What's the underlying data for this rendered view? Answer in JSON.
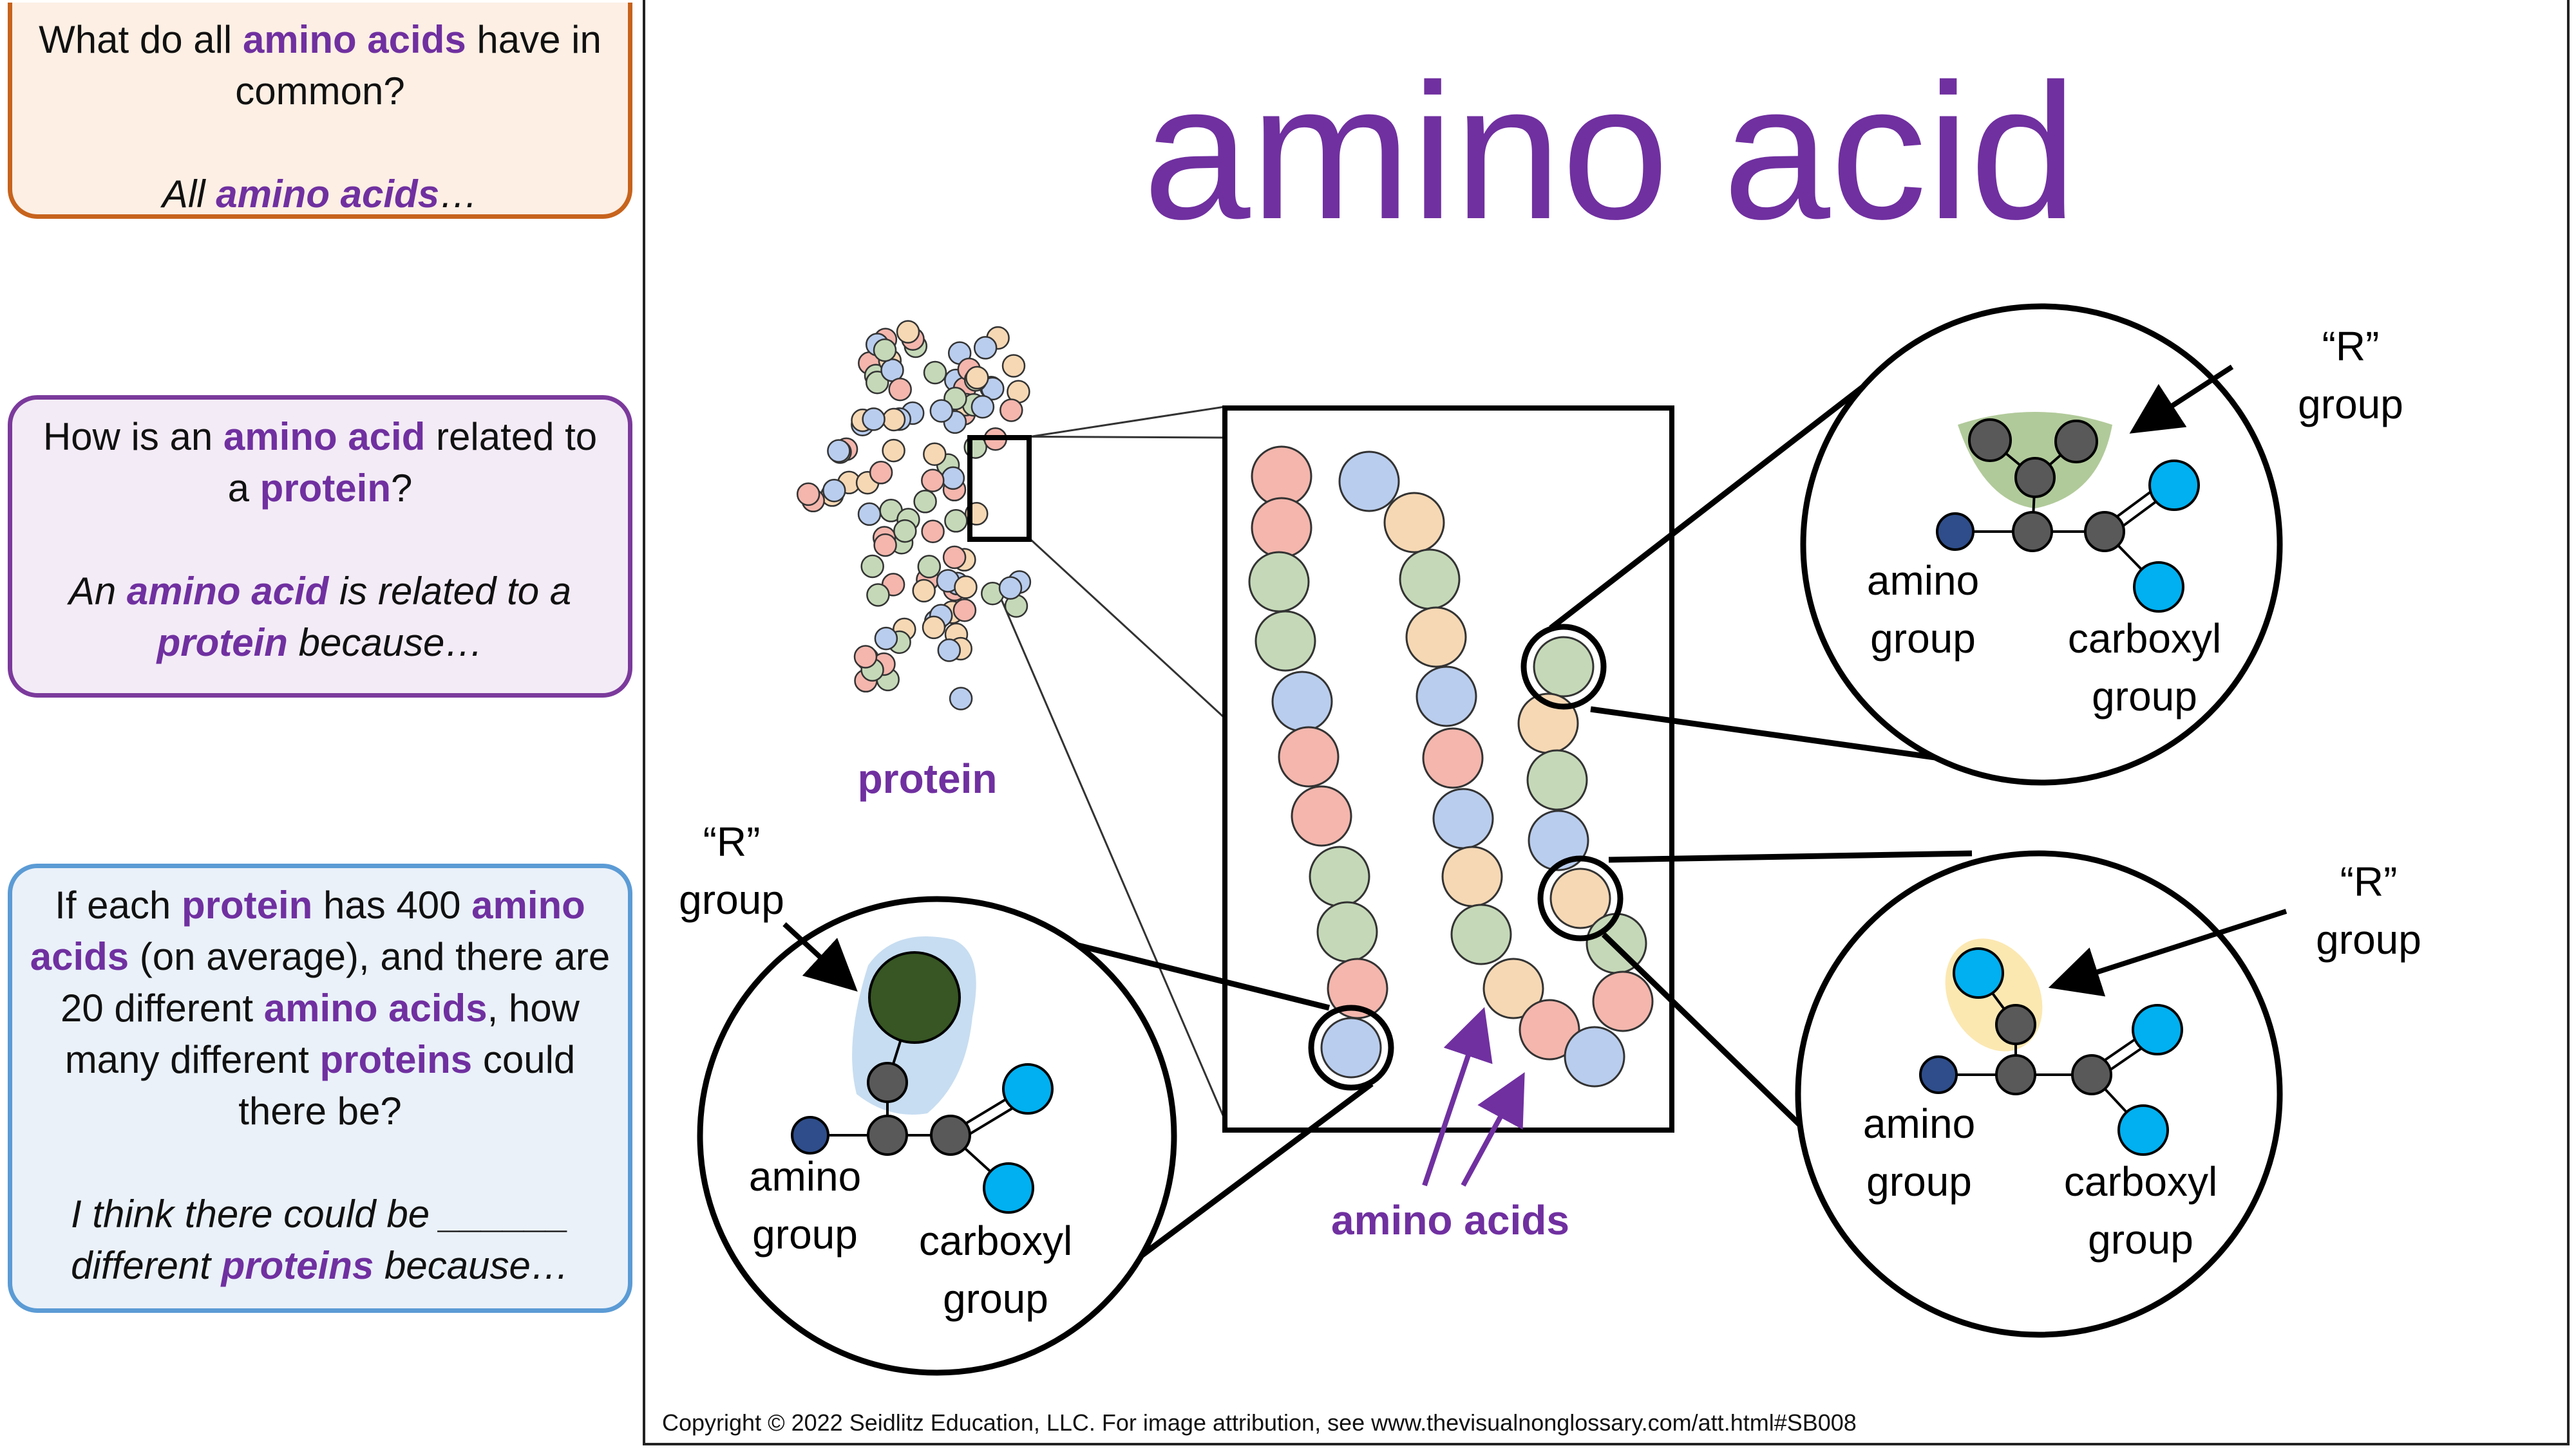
{
  "cards": {
    "q1": {
      "question_parts": [
        "What do all ",
        "amino acids",
        " have in common?"
      ],
      "answer_parts": [
        "All ",
        "amino acids",
        "…"
      ]
    },
    "q2": {
      "question_parts": [
        "How is an ",
        "amino acid",
        " related to a ",
        "protein",
        "?"
      ],
      "answer_parts": [
        "An ",
        "amino acid",
        " is related to a ",
        "protein",
        " because…"
      ]
    },
    "q3": {
      "question_parts": [
        "If each ",
        "protein",
        " has 400 ",
        "amino acids",
        " (on average), and there are 20 different ",
        "amino acids",
        ", how many different ",
        "proteins",
        " could there be?"
      ],
      "answer_parts": [
        "I think there could be ______ different ",
        "proteins",
        " because…"
      ]
    }
  },
  "title": "amino acid",
  "labels": {
    "protein": "protein",
    "amino_acids": "amino acids",
    "r_group": "“R”",
    "group": "group",
    "amino": "amino",
    "carboxyl": "carboxyl"
  },
  "copyright": "Copyright © 2022 Seidlitz Education, LLC.  For image attribution, see www.thevisualnonglossary.com/att.html#SB008",
  "colors": {
    "accent": "#7030a0",
    "bead_red": "#f4b6ad",
    "bead_blue": "#b9cdee",
    "bead_green": "#c5d9b8",
    "bead_orange": "#f6d8b4",
    "atom_gray": "#595959",
    "atom_navy": "#2e4d8a",
    "atom_cyan": "#00b0f0",
    "r_dark_green": "#375623"
  }
}
